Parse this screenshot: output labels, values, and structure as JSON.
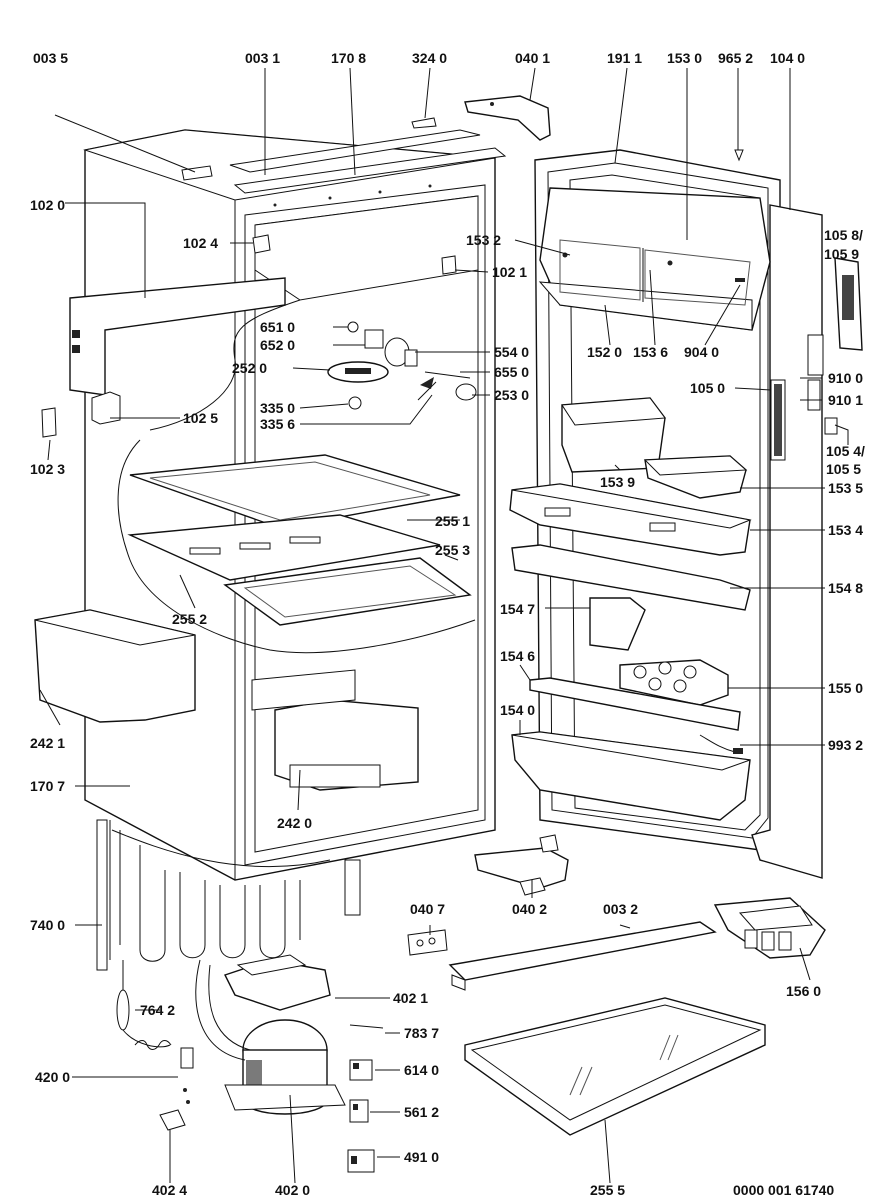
{
  "doc_number": "0000 001 61740",
  "parts": {
    "p0035": "003 5",
    "p0031": "003 1",
    "p1708": "170 8",
    "p3240": "324 0",
    "p0401": "040 1",
    "p1911": "191 1",
    "p1530": "153 0",
    "p9652": "965 2",
    "p1040": "104 0",
    "p1020": "102 0",
    "p1024": "102 4",
    "p1532": "153 2",
    "p1058": "105 8/",
    "p1059": "105 9",
    "p1021": "102 1",
    "p6510": "651 0",
    "p6520": "652 0",
    "p5540": "554 0",
    "p1520": "152 0",
    "p1536": "153 6",
    "p9040": "904 0",
    "p2520": "252 0",
    "p6550": "655 0",
    "p9100": "910 0",
    "p1050": "105 0",
    "p2530": "253 0",
    "p9101": "910 1",
    "p3350": "335 0",
    "p1025": "102 5",
    "p3356": "335 6",
    "p1054": "105 4/",
    "p1055": "105 5",
    "p1023": "102 3",
    "p1539": "153 9",
    "p1535": "153 5",
    "p2551": "255 1",
    "p1534": "153 4",
    "p2553": "255 3",
    "p1548": "154 8",
    "p2552": "255 2",
    "p1547": "154 7",
    "p1546": "154 6",
    "p1550": "155 0",
    "p2421": "242 1",
    "p1540": "154 0",
    "p9932": "993 2",
    "p1707": "170 7",
    "p2420": "242 0",
    "p0407": "040 7",
    "p0032": "003 2",
    "p0402": "040 2",
    "p7400": "740 0",
    "p1560": "156 0",
    "p7642": "764 2",
    "p4021": "402 1",
    "p7837": "783 7",
    "p4200": "420 0",
    "p6140": "614 0",
    "p5612": "561 2",
    "p4910": "491 0",
    "p4024": "402 4",
    "p4020": "402 0",
    "p2555": "255 5"
  }
}
